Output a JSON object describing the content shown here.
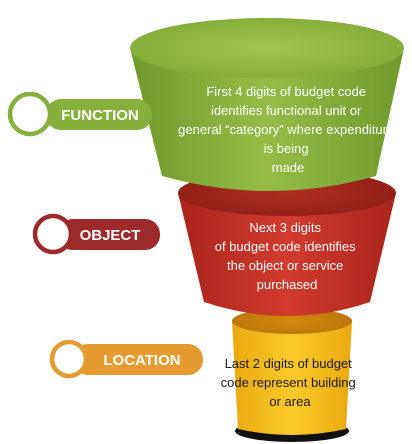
{
  "diagram": {
    "type": "funnel",
    "colors": {
      "function": "#8db43e",
      "object": "#c0392b",
      "location": "#f3bd1c",
      "base": "#111111"
    },
    "levels": [
      {
        "tag": "FUNCTION",
        "lines": [
          "First 4 digits of budget code",
          "identifies functional unit or",
          "general “category” where expenditure",
          "is being",
          "made"
        ]
      },
      {
        "tag": "OBJECT",
        "lines": [
          "Next 3 digits",
          "of budget code identifies",
          "the object or service",
          "purchased"
        ]
      },
      {
        "tag": "LOCATION",
        "lines": [
          "Last 2 digits of budget",
          "code represent building",
          "or area"
        ]
      }
    ]
  }
}
